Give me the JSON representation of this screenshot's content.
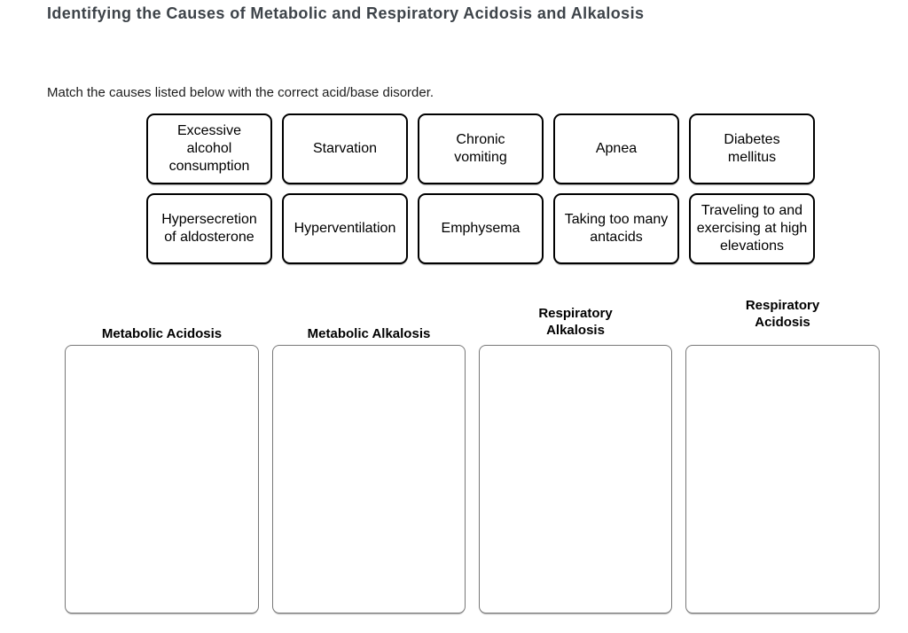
{
  "page": {
    "title": "Identifying the Causes of Metabolic and Respiratory Acidosis and Alkalosis",
    "instruction": "Match the causes listed below with the correct acid/base disorder."
  },
  "cards": [
    {
      "label": "Excessive\nalcohol\nconsumption"
    },
    {
      "label": "Starvation"
    },
    {
      "label": "Chronic\nvomiting"
    },
    {
      "label": "Apnea"
    },
    {
      "label": "Diabetes\nmellitus"
    },
    {
      "label": "Hypersecretion\nof aldosterone"
    },
    {
      "label": "Hyperventilation"
    },
    {
      "label": "Emphysema"
    },
    {
      "label": "Taking too many\nantacids"
    },
    {
      "label": "Traveling to and\nexercising at high\nelevations"
    }
  ],
  "drop_zones": [
    {
      "label": "Metabolic Acidosis"
    },
    {
      "label": "Metabolic Alkalosis"
    },
    {
      "label": "Respiratory\nAlkalosis"
    },
    {
      "label": "Respiratory\nAcidosis"
    }
  ],
  "colors": {
    "background": "#ffffff",
    "title_text": "#3d4349",
    "body_text": "#1c1c1c",
    "card_border": "#000000",
    "card_text": "#000000",
    "dropzone_border": "#777777",
    "zone_label_text": "#000000"
  }
}
